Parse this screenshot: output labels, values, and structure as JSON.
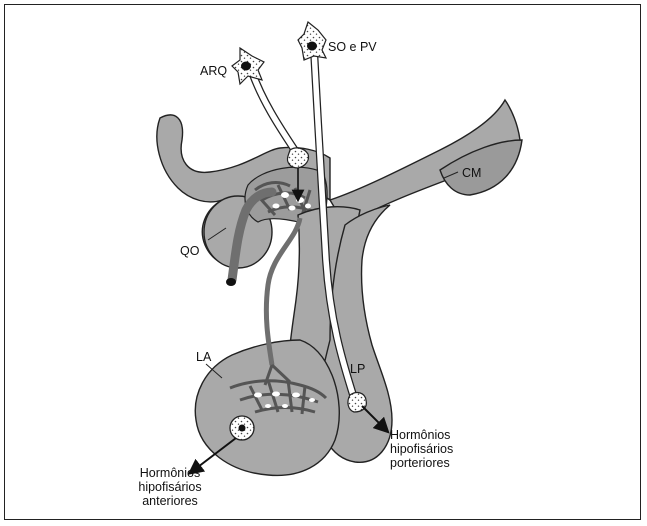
{
  "labels": {
    "arq": "ARQ",
    "so_pv": "SO e PV",
    "cm": "CM",
    "qo": "QO",
    "la": "LA",
    "lp": "LP",
    "hormonios_anteriores": "Hormônios\nhipofisários\nanteriores",
    "hormonios_posteriores": "Hormônios\nhipofisários\nporteriores"
  },
  "colors": {
    "tissue": "#a9a9a9",
    "tissue_dark": "#8c8c8c",
    "outline": "#222222",
    "vessel": "#6f6f6f",
    "neuron_fill": "#ffffff"
  }
}
